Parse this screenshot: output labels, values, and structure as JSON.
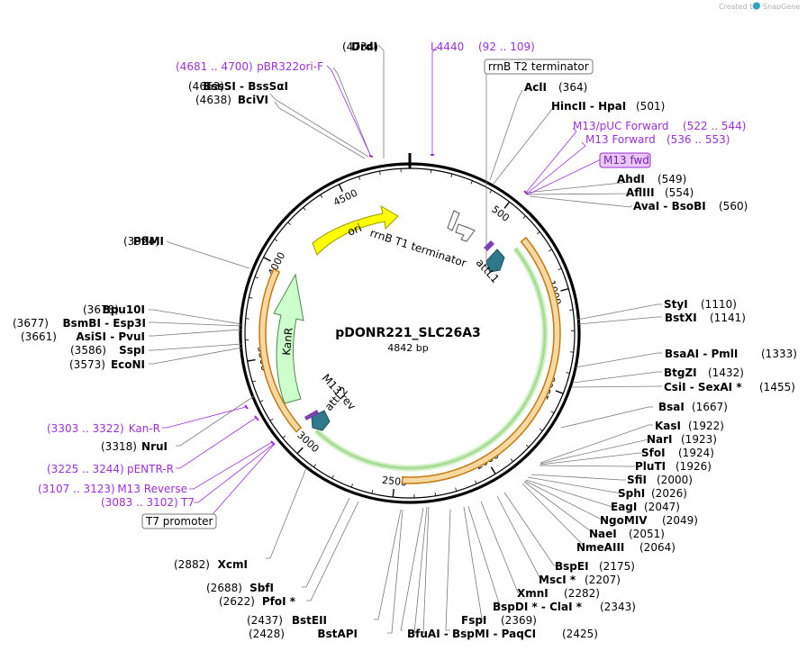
{
  "credit": "Created by",
  "brand": "SnapGene",
  "plasmid": {
    "name": "pDONR221_SLC26A3",
    "size": "4842 bp",
    "length": 4842
  },
  "tick_labels": [
    "500",
    "1000",
    "1500",
    "2000",
    "2500",
    "3000",
    "3500",
    "4000",
    "4500"
  ],
  "features": [
    {
      "name": "ori",
      "label": "ori",
      "color": "#ffff00"
    },
    {
      "name": "KanR",
      "label": "KanR",
      "color": "#ccffcc"
    },
    {
      "name": "attL1",
      "label": "attL1",
      "color": "#2e7a8c"
    },
    {
      "name": "attL2",
      "label": "attL2",
      "color": "#2e7a8c"
    },
    {
      "name": "rrnB T1 terminator",
      "label": "rrnB T1 terminator",
      "color": "#ffffff"
    },
    {
      "name": "M13 rev",
      "label": "M13 rev",
      "color": "#7d3fb5"
    }
  ],
  "enzymes": [
    {
      "name": "DrdI",
      "pos": "(4734)"
    },
    {
      "name": "BssSI - BssSαI",
      "pos": "(4663)"
    },
    {
      "name": "BciVI",
      "pos": "(4638)"
    },
    {
      "name": "AclI",
      "pos": "(364)"
    },
    {
      "name": "HincII - HpaI",
      "pos": "(501)"
    },
    {
      "name": "AhdI",
      "pos": "(549)"
    },
    {
      "name": "AflIII",
      "pos": "(554)"
    },
    {
      "name": "AvaI - BsoBI",
      "pos": "(560)"
    },
    {
      "name": "PflMI",
      "pos": "(3924)"
    },
    {
      "name": "Bpu10I",
      "pos": "(3678)"
    },
    {
      "name": "BsmBI - Esp3I",
      "pos": "(3677)"
    },
    {
      "name": "AsiSI - PvuI",
      "pos": "(3661)"
    },
    {
      "name": "SspI",
      "pos": "(3586)"
    },
    {
      "name": "EcoNI",
      "pos": "(3573)"
    },
    {
      "name": "StyI",
      "pos": "(1110)"
    },
    {
      "name": "BstXI",
      "pos": "(1141)"
    },
    {
      "name": "BsaAI - PmlI",
      "pos": "(1333)"
    },
    {
      "name": "BtgZI",
      "pos": "(1432)"
    },
    {
      "name": "CsiI - SexAI *",
      "pos": "(1455)"
    },
    {
      "name": "BsaI",
      "pos": "(1667)"
    },
    {
      "name": "KasI",
      "pos": "(1922)"
    },
    {
      "name": "NarI",
      "pos": "(1923)"
    },
    {
      "name": "SfoI",
      "pos": "(1924)"
    },
    {
      "name": "PluTI",
      "pos": "(1926)"
    },
    {
      "name": "SfiI",
      "pos": "(2000)"
    },
    {
      "name": "SphI",
      "pos": "(2026)"
    },
    {
      "name": "EagI",
      "pos": "(2047)"
    },
    {
      "name": "NgoMIV",
      "pos": "(2049)"
    },
    {
      "name": "NaeI",
      "pos": "(2051)"
    },
    {
      "name": "NmeAIII",
      "pos": "(2064)"
    },
    {
      "name": "BspEI",
      "pos": "(2175)"
    },
    {
      "name": "MscI *",
      "pos": "(2207)"
    },
    {
      "name": "XmnI",
      "pos": "(2282)"
    },
    {
      "name": "BspDI * - ClaI *",
      "pos": "(2343)"
    },
    {
      "name": "FspI",
      "pos": "(2369)"
    },
    {
      "name": "BfuAI - BspMI - PaqCI",
      "pos": "(2425)"
    },
    {
      "name": "NruI",
      "pos": "(3318)"
    },
    {
      "name": "XcmI",
      "pos": "(2882)"
    },
    {
      "name": "SbfI",
      "pos": "(2688)"
    },
    {
      "name": "PfoI *",
      "pos": "(2622)"
    },
    {
      "name": "BstEII",
      "pos": "(2437)"
    },
    {
      "name": "BstAPI",
      "pos": "(2428)"
    }
  ],
  "primers": [
    {
      "name": "L4440",
      "range": "(92 .. 109)"
    },
    {
      "name": "pBR322ori-F",
      "range": "(4681 .. 4700)"
    },
    {
      "name": "M13/pUC Forward",
      "range": "(522 .. 544)"
    },
    {
      "name": "M13 Forward",
      "range": "(536 .. 553)"
    },
    {
      "name": "Kan-R",
      "range": "(3303 .. 3322)"
    },
    {
      "name": "pENTR-R",
      "range": "(3225 .. 3244)"
    },
    {
      "name": "M13 Reverse",
      "range": "(3107 .. 3123)"
    },
    {
      "name": "T7",
      "range": "(3083 .. 3102)"
    }
  ],
  "boxed_labels": {
    "rrnB_T2": "rrnB T2 terminator",
    "m13_fwd": "M13 fwd",
    "t7_promoter": "T7 promoter"
  }
}
